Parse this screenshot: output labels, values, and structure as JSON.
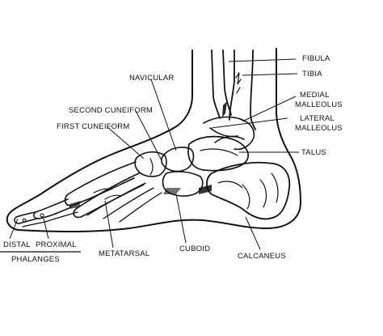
{
  "labels": {
    "fibula": "FIBULA",
    "tibia": "TIBIA",
    "medial_malleolus_1": "MEDIAL",
    "medial_malleolus_2": "MALLEOLUS",
    "lateral_malleolus_1": "LATERAL",
    "lateral_malleolus_2": "MALLEOLUS",
    "talus": "TALUS",
    "navicular": "NAVICULAR",
    "second_cuneiform": "SECOND CUNEIFORM",
    "first_cuneiform": "FIRST CUNEIFORM",
    "distal": "DISTAL",
    "proximal": "PROXIMAL",
    "phalanges": "PHALANGES",
    "metatarsal": "METATARSAL",
    "cuboid": "CUBOID",
    "calcaneus": "CALCANEUS"
  }
}
